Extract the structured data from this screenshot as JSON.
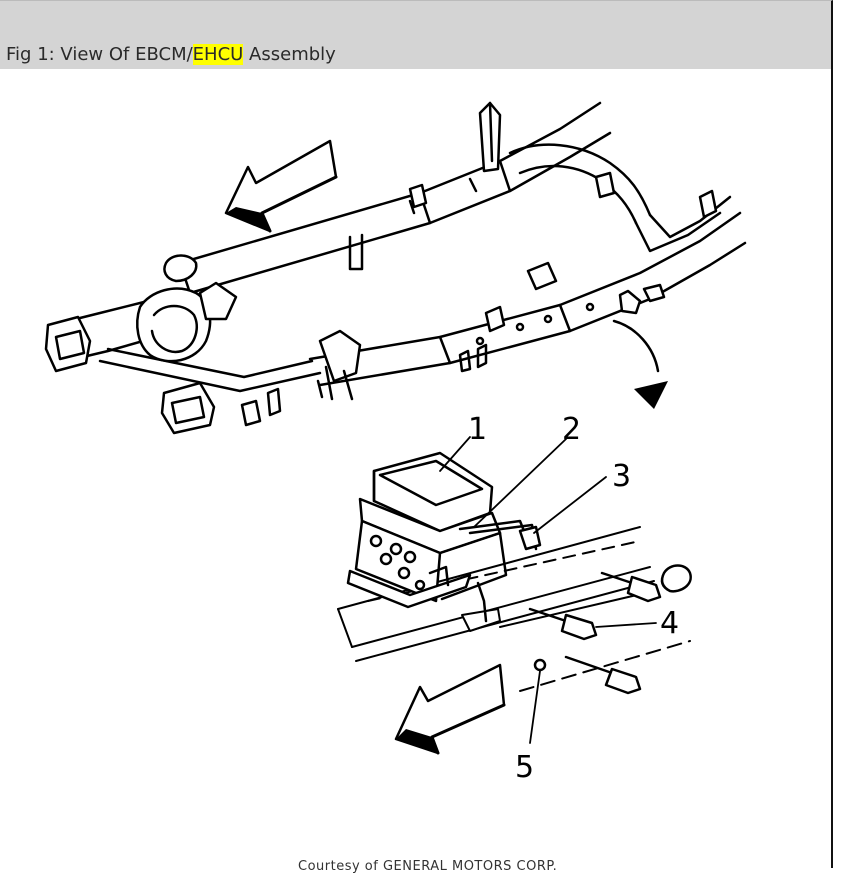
{
  "header": {
    "title_prefix": "Fig 1: View Of EBCM/",
    "title_highlight": "EHCU",
    "title_suffix": " Assembly",
    "highlight_color": "#ffff00"
  },
  "diagram": {
    "callouts": [
      "1",
      "2",
      "3",
      "4",
      "5"
    ]
  },
  "footer": {
    "credit": "Courtesy of GENERAL MOTORS CORP."
  }
}
